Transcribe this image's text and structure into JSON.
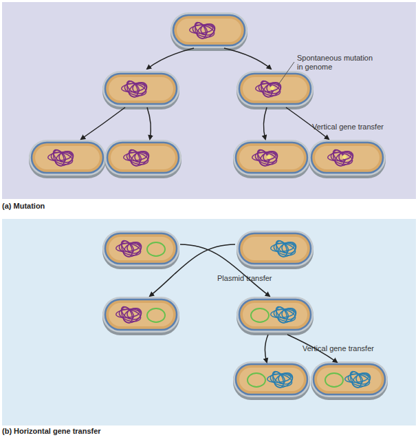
{
  "diagram": {
    "nodes": [
      {
        "text": [
          "(a) Mutation"
        ]
      },
      {
        "text": [
          "(b) Horizontal gene transfer"
        ]
      }
    ],
    "labels": [
      "Spontaneous mutation in genome",
      "Vertical gene transfer",
      "Plasmid transfer",
      "Vertical gene transfer"
    ]
  }
}
